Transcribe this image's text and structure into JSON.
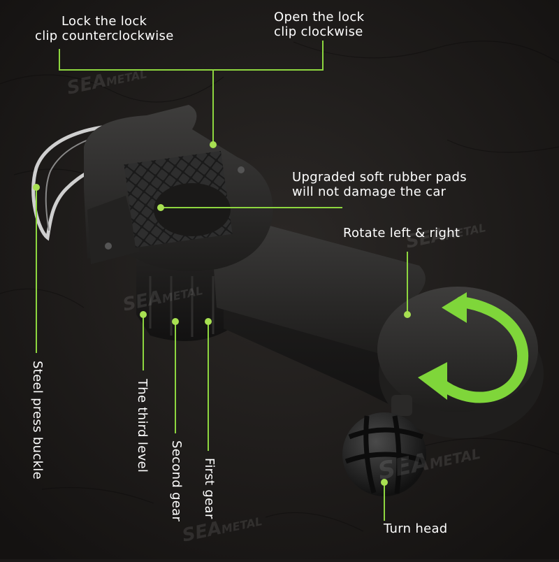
{
  "colors": {
    "background": "#1c1a19",
    "leader": "#8dd63f",
    "dot": "#a8e052",
    "arrow": "#7fd63a",
    "text": "#ffffff"
  },
  "labels": {
    "lock_ccw_line1": "Lock the lock",
    "lock_ccw_line2": "clip counterclockwise",
    "open_cw_line1": "Open the lock",
    "open_cw_line2": "clip clockwise",
    "pads_line1": "Upgraded soft rubber pads",
    "pads_line2": "will not damage the car",
    "rotate": "Rotate left & right",
    "turn_head": "Turn head",
    "steel_buckle": "Steel press buckle",
    "third_level": "The third level",
    "second_gear": "Second gear",
    "first_gear": "First gear"
  },
  "watermark": {
    "brand": "SEA",
    "suffix": "METAL"
  }
}
